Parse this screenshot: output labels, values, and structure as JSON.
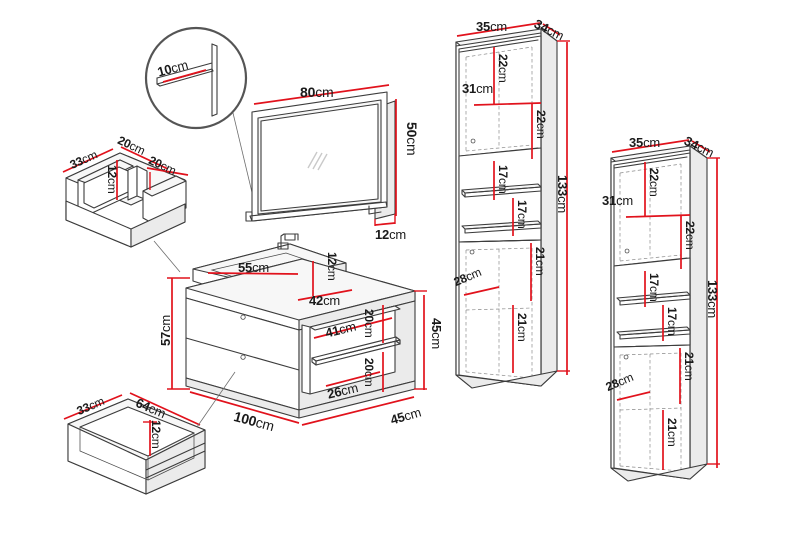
{
  "diagram": {
    "title": "Bathroom furniture set technical dimension drawing",
    "unit": "cm",
    "background_color": "#ffffff",
    "line_color": "#3c3c3c",
    "dimension_color": "#e1121c",
    "text_color": "#1a1a1a"
  },
  "detail_callout": {
    "name": "mirror-edge-detail",
    "label": "10cm"
  },
  "items": [
    {
      "name": "wall-shelf-unit",
      "labels": [
        "33cm",
        "20cm",
        "12cm",
        "20cm"
      ]
    },
    {
      "name": "mirror",
      "labels": [
        "80cm",
        "50cm",
        "12cm"
      ]
    },
    {
      "name": "vanity-unit-with-basin",
      "labels": [
        "55cm",
        "12cm",
        "42cm",
        "57cm",
        "41cm",
        "20cm",
        "20cm",
        "26cm",
        "100cm",
        "45cm",
        "45cm"
      ]
    },
    {
      "name": "drawer-box",
      "labels": [
        "33cm",
        "64cm",
        "12cm"
      ]
    },
    {
      "name": "tall-cabinet-middle",
      "labels": [
        "35cm",
        "34cm",
        "22cm",
        "31cm",
        "22cm",
        "17cm",
        "17cm",
        "21cm",
        "28cm",
        "21cm",
        "133cm"
      ]
    },
    {
      "name": "tall-cabinet-right",
      "labels": [
        "35cm",
        "34cm",
        "22cm",
        "31cm",
        "22cm",
        "17cm",
        "17cm",
        "21cm",
        "28cm",
        "21cm",
        "133cm"
      ]
    }
  ],
  "labels": {
    "detail_10": "10",
    "mirror_80": "80",
    "mirror_50": "50",
    "mirror_12": "12",
    "shelf_33": "33",
    "shelf_20a": "20",
    "shelf_12": "12",
    "shelf_20b": "20",
    "vanity_55": "55",
    "vanity_12": "12",
    "vanity_42": "42",
    "vanity_57": "57",
    "vanity_41": "41",
    "vanity_20a": "20",
    "vanity_20b": "20",
    "vanity_26": "26",
    "vanity_100": "100",
    "vanity_45_right": "45",
    "vanity_45_bottom": "45",
    "drawer_33": "33",
    "drawer_64": "64",
    "drawer_12": "12",
    "midcab_35": "35",
    "midcab_34": "34",
    "midcab_22a": "22",
    "midcab_31": "31",
    "midcab_22b": "22",
    "midcab_17a": "17",
    "midcab_17b": "17",
    "midcab_21a": "21",
    "midcab_28": "28",
    "midcab_21b": "21",
    "midcab_133": "133",
    "rightcab_35": "35",
    "rightcab_34": "34",
    "rightcab_22a": "22",
    "rightcab_31": "31",
    "rightcab_22b": "22",
    "rightcab_17a": "17",
    "rightcab_17b": "17",
    "rightcab_21a": "21",
    "rightcab_28": "28",
    "rightcab_21b": "21",
    "rightcab_133": "133",
    "unit": "cm"
  }
}
